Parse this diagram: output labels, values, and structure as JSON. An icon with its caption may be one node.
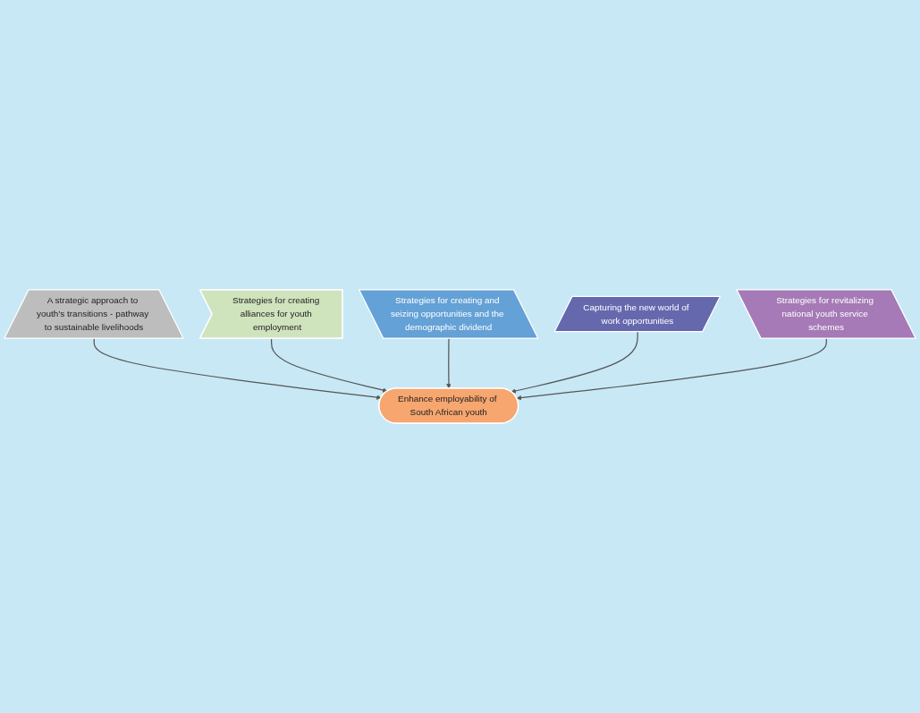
{
  "diagram": {
    "nodes": [
      {
        "text": [
          "A strategic approach to youth’s transitions - pathway to sustainable livelihoods"
        ]
      },
      {
        "text": [
          "Strategies for creating alliances for youth employment"
        ]
      },
      {
        "text": [
          "Enhance employability of South African youth"
        ]
      },
      {
        "text": [
          "Strategies for creating and seizing opportunities and the demographic dividend"
        ]
      },
      {
        "text": [
          "Capturing the new world of work opportunities"
        ]
      },
      {
        "text": [
          "Strategies for revitalizing national youth service schemes"
        ]
      }
    ],
    "edges": [
      {
        "from": 0,
        "to": 2,
        "arrow": "to"
      },
      {
        "from": 1,
        "to": 2,
        "arrow": "to"
      },
      {
        "from": 3,
        "to": 2,
        "arrow": "to"
      },
      {
        "from": 4,
        "to": 2,
        "arrow": "to"
      },
      {
        "from": 5,
        "to": 2,
        "arrow": "to"
      }
    ]
  }
}
